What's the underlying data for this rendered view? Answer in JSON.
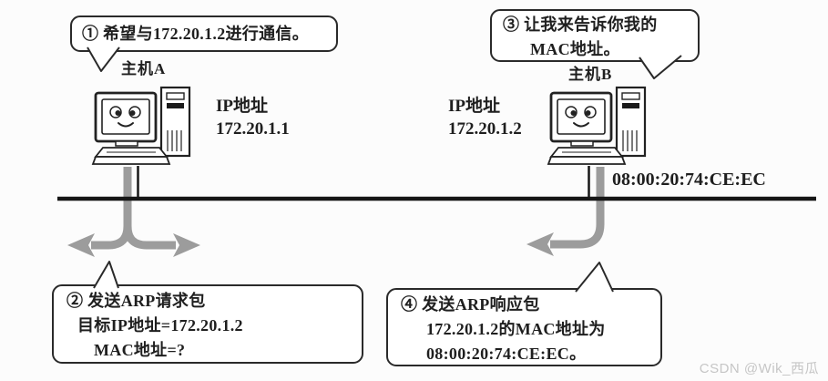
{
  "diagram": {
    "host_a": {
      "name": "主机A",
      "ip_label": "IP地址",
      "ip": "172.20.1.1"
    },
    "host_b": {
      "name": "主机B",
      "ip_label": "IP地址",
      "ip": "172.20.1.2"
    },
    "wire_mac_label": "08:00:20:74:CE:EC",
    "callouts": {
      "step1": {
        "lines": [
          "① 希望与172.20.1.2进行通信。"
        ]
      },
      "step2": {
        "lines": [
          "② 发送ARP请求包",
          "目标IP地址=172.20.1.2",
          "MAC地址=?"
        ]
      },
      "step3": {
        "lines": [
          "③ 让我来告诉你我的",
          "MAC地址。"
        ]
      },
      "step4": {
        "lines": [
          "④ 发送ARP响应包",
          "172.20.1.2的MAC地址为",
          "08:00:20:74:CE:EC。"
        ]
      }
    }
  },
  "watermark": "CSDN @Wik_西瓜",
  "colors": {
    "ink": "#1f1f1f",
    "pipe_gray": "#9c9c9c",
    "background": "#fcfcfc",
    "watermark_gray": "#c6c6c6"
  }
}
